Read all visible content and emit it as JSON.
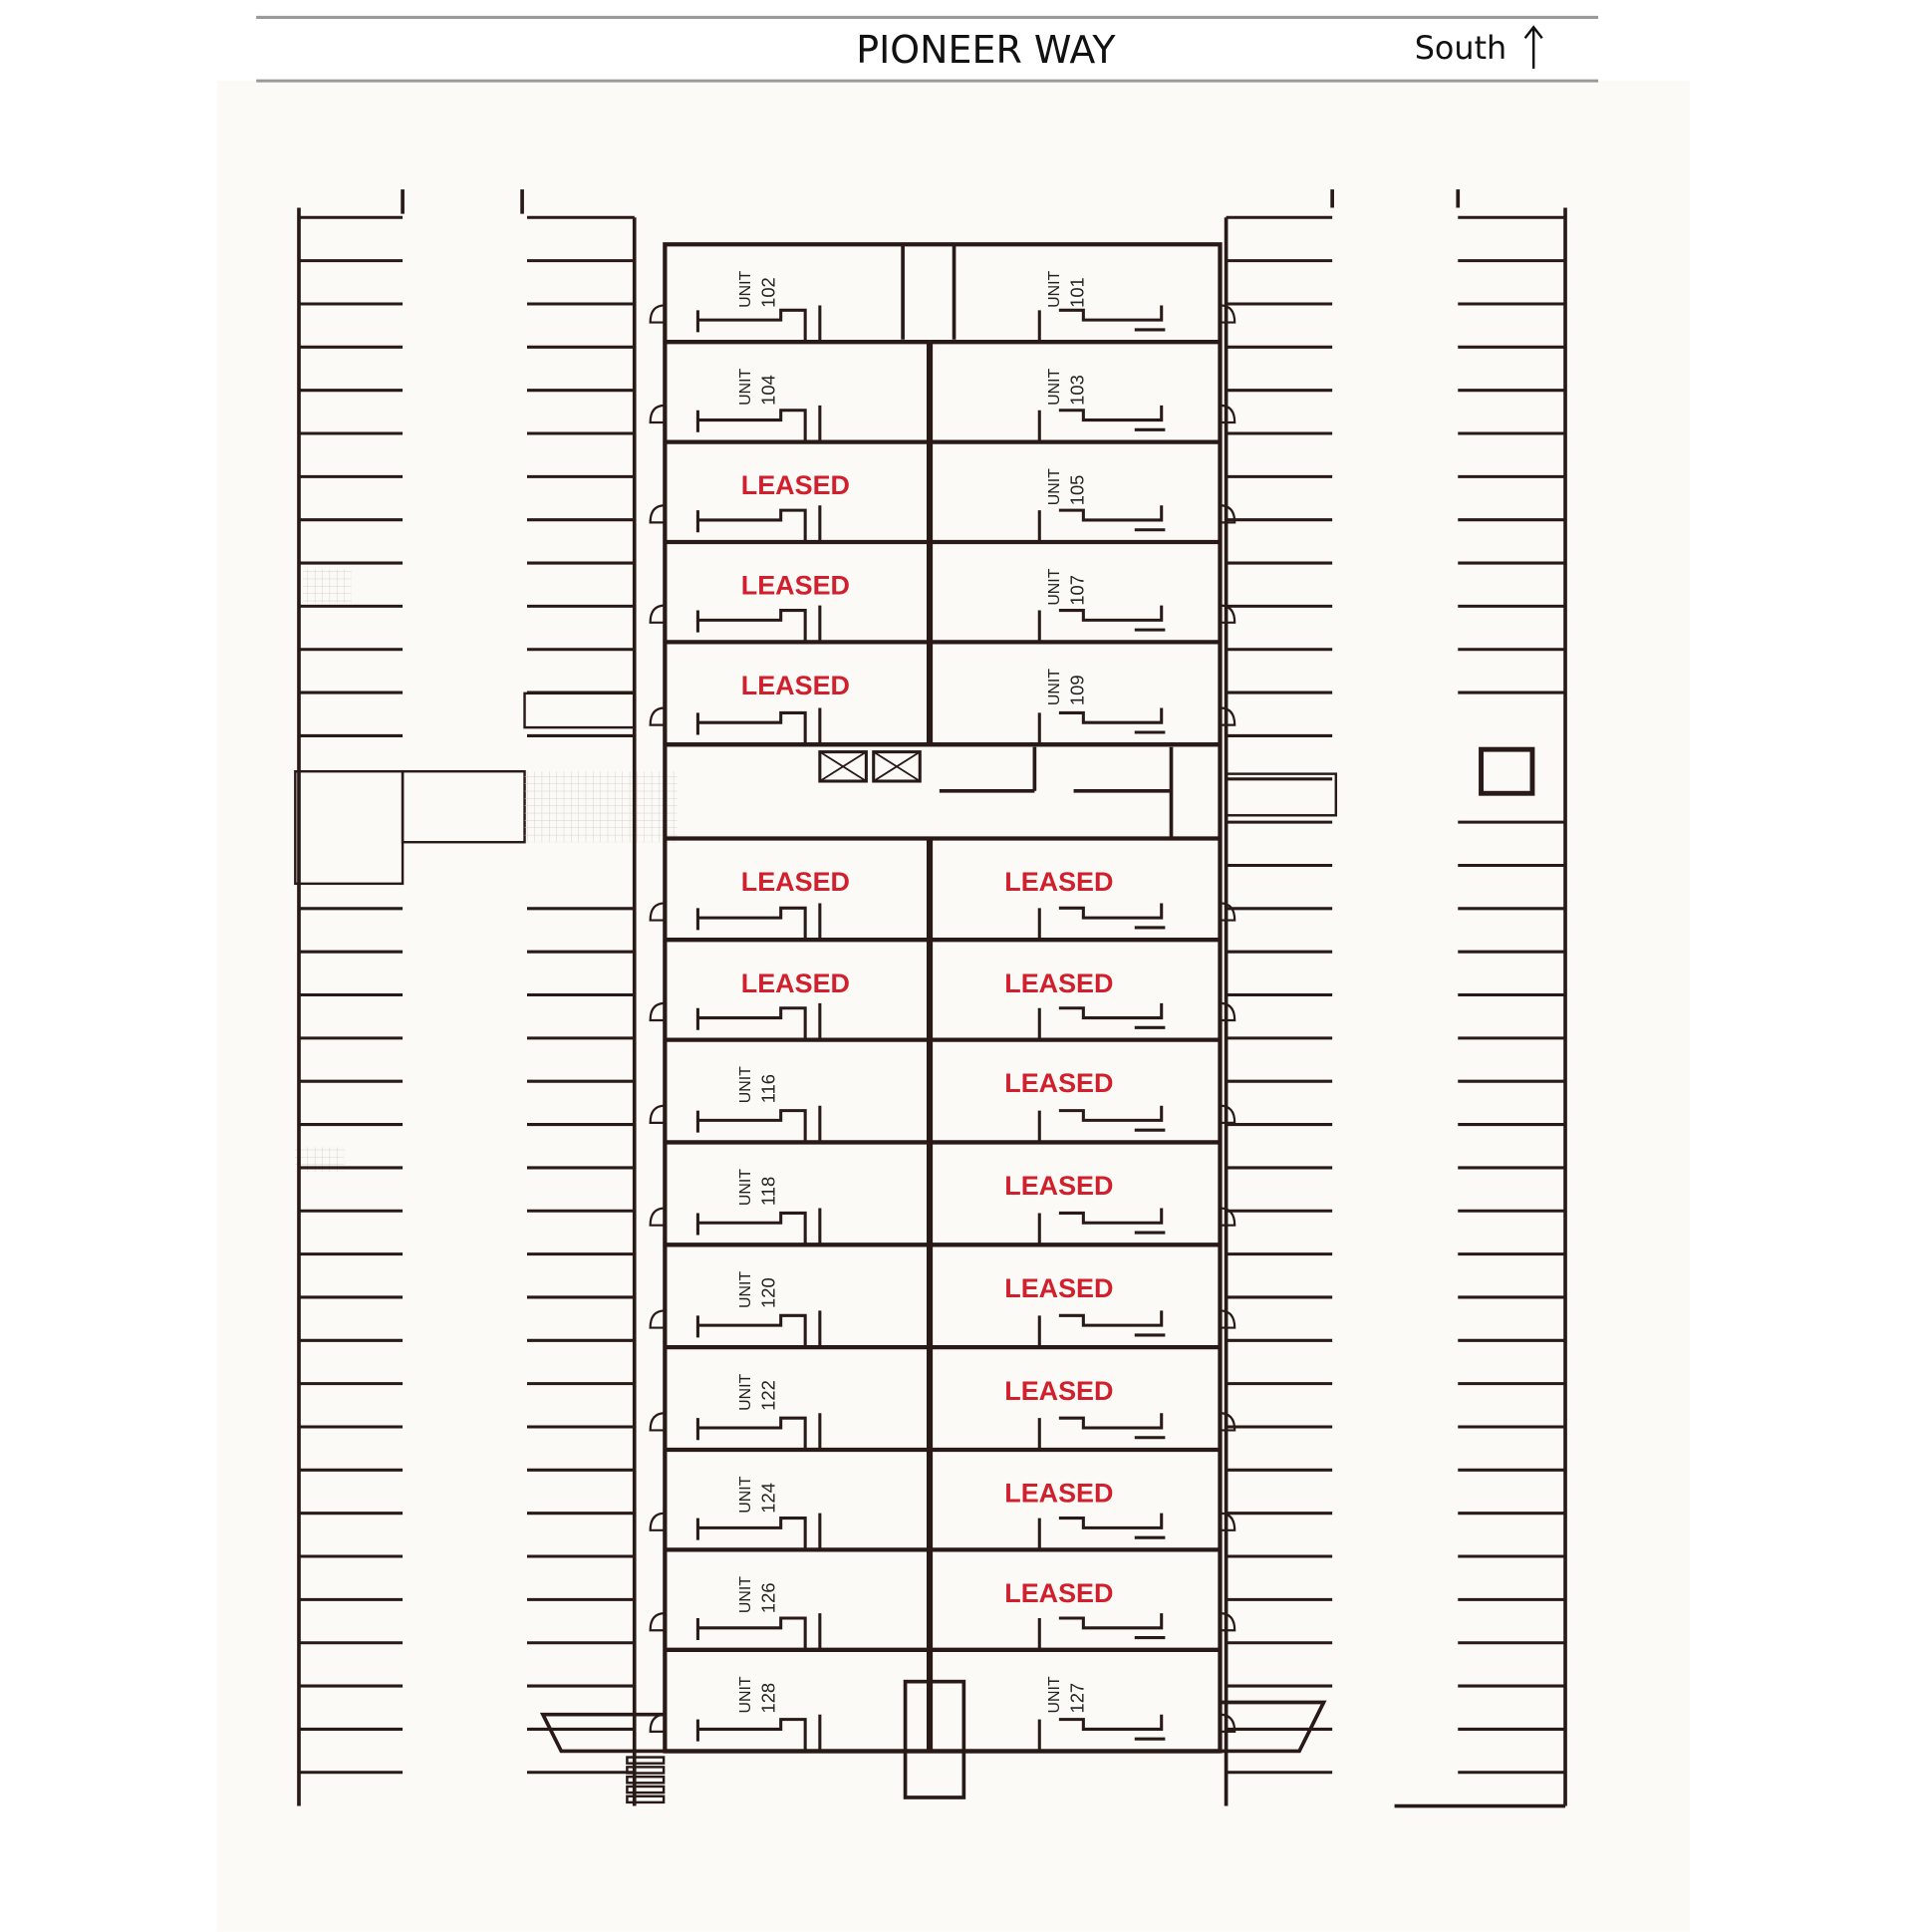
{
  "header": {
    "street_name": "PIONEER WAY",
    "orientation_label": "South",
    "orientation_icon": "arrow-up-icon"
  },
  "colors": {
    "wall": "#2a1a17",
    "leased": "#d0202e",
    "background": "#fcfaf6",
    "header_rule": "#9a9a9a"
  },
  "units": {
    "upper_left": [
      {
        "prefix": "UNIT",
        "number": "102"
      },
      {
        "prefix": "UNIT",
        "number": "104"
      },
      {
        "status": "LEASED"
      },
      {
        "status": "LEASED"
      },
      {
        "status": "LEASED"
      }
    ],
    "upper_right": [
      {
        "prefix": "UNIT",
        "number": "101"
      },
      {
        "prefix": "UNIT",
        "number": "103"
      },
      {
        "prefix": "UNIT",
        "number": "105"
      },
      {
        "prefix": "UNIT",
        "number": "107"
      },
      {
        "prefix": "UNIT",
        "number": "109"
      }
    ],
    "lower_left": [
      {
        "status": "LEASED"
      },
      {
        "status": "LEASED"
      },
      {
        "prefix": "UNIT",
        "number": "116"
      },
      {
        "prefix": "UNIT",
        "number": "118"
      },
      {
        "prefix": "UNIT",
        "number": "120"
      },
      {
        "prefix": "UNIT",
        "number": "122"
      },
      {
        "prefix": "UNIT",
        "number": "124"
      },
      {
        "prefix": "UNIT",
        "number": "126"
      },
      {
        "prefix": "UNIT",
        "number": "128"
      }
    ],
    "lower_right": [
      {
        "status": "LEASED"
      },
      {
        "status": "LEASED"
      },
      {
        "status": "LEASED"
      },
      {
        "status": "LEASED"
      },
      {
        "status": "LEASED"
      },
      {
        "status": "LEASED"
      },
      {
        "status": "LEASED"
      },
      {
        "status": "LEASED"
      },
      {
        "prefix": "UNIT",
        "number": "127"
      }
    ]
  }
}
